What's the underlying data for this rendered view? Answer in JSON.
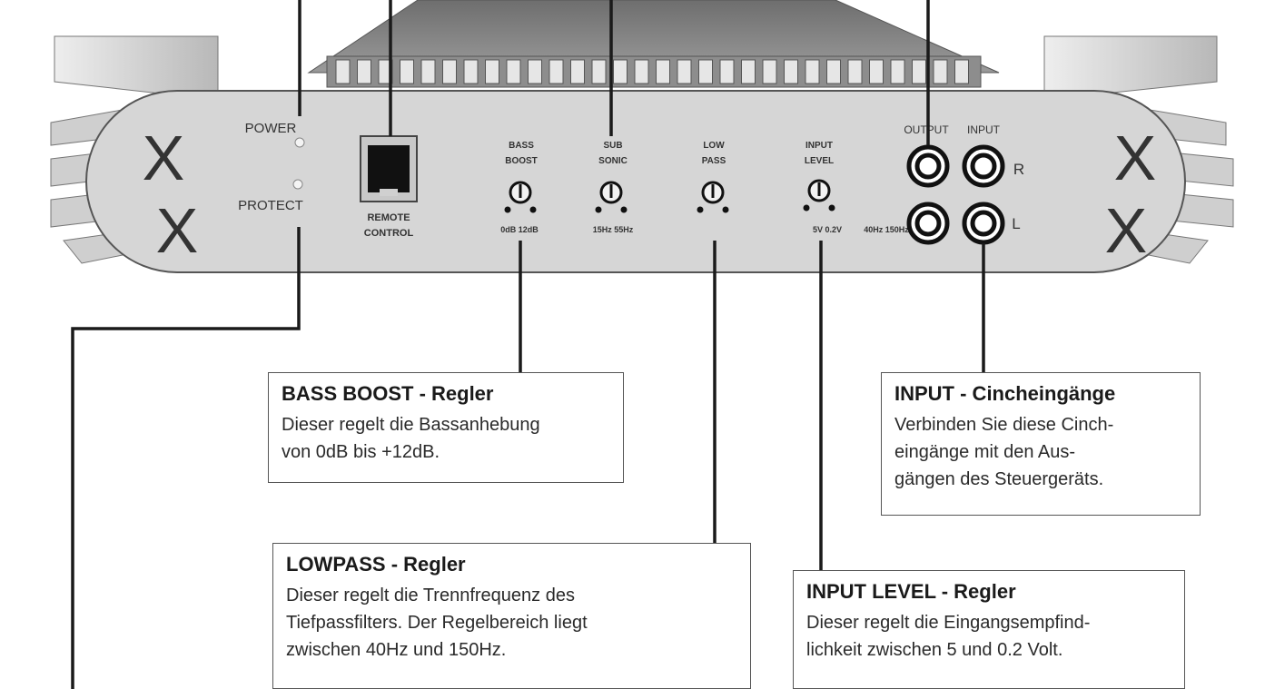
{
  "panel": {
    "power": "POWER",
    "protect": "PROTECT",
    "remote_line1": "REMOTE",
    "remote_line2": "CONTROL",
    "bass_line1": "BASS",
    "bass_line2": "BOOST",
    "bass_range": "0dB  12dB",
    "sub_line1": "SUB",
    "sub_line2": "SONIC",
    "sub_range": "15Hz  55Hz",
    "low_line1": "LOW",
    "low_line2": "PASS",
    "low_range": "40Hz  150Hz",
    "level_line1": "INPUT",
    "level_line2": "LEVEL",
    "level_range": "5V    0.2V",
    "output_label": "OUTPUT",
    "input_label": "INPUT",
    "right": "R",
    "left": "L",
    "logo_mark": "X"
  },
  "callouts": {
    "bass": {
      "title": "BASS BOOST - Regler",
      "lines": [
        "Dieser regelt die Bassanhebung",
        "von 0dB bis +12dB."
      ]
    },
    "input": {
      "title": "INPUT - Cincheingänge",
      "lines": [
        "Verbinden Sie diese Cinch-",
        "eingänge mit den Aus-",
        "gängen des Steuergeräts."
      ]
    },
    "lowpass": {
      "title": "LOWPASS - Regler",
      "lines": [
        "Dieser regelt die Trennfrequenz des",
        "Tiefpassfilters. Der Regelbereich liegt",
        "zwischen 40Hz und 150Hz."
      ]
    },
    "level": {
      "title": "INPUT LEVEL - Regler",
      "lines": [
        "Dieser regelt die Eingangsempfind-",
        "lichkeit zwischen 5 und 0.2 Volt."
      ]
    }
  },
  "colors": {
    "panel": "#d6d6d6",
    "line": "#1a1a1a",
    "outline": "#555555"
  }
}
